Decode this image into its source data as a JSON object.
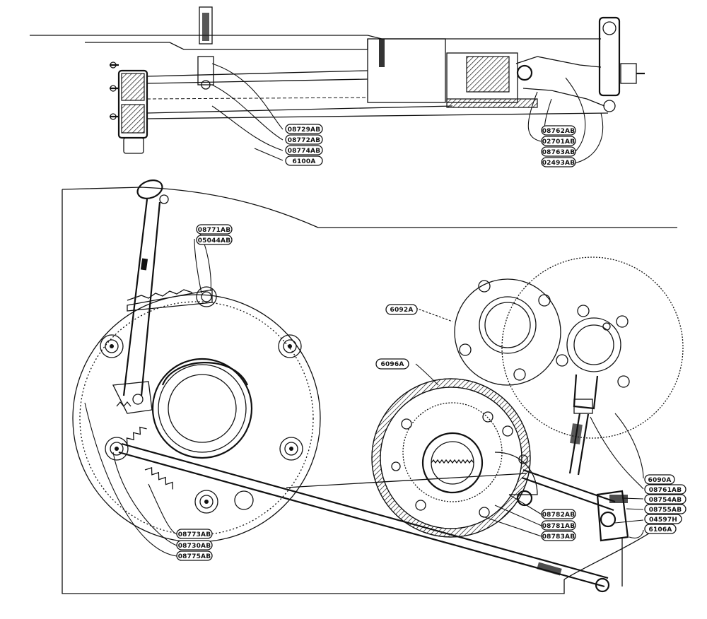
{
  "callouts": {
    "top_left": [
      "08729AB",
      "08772AB",
      "08774AB",
      "6100A"
    ],
    "top_right": [
      "08762AB",
      "02701AB",
      "08763AB",
      "02493AB"
    ],
    "left_middle": [
      "08771AB",
      "05044AB"
    ],
    "center": [
      "6092A",
      "6096A"
    ],
    "right_bottom": [
      "6090A",
      "08761AB",
      "08754AB",
      "08755AB",
      "04597H",
      "6106A"
    ],
    "center_bottom": [
      "08782AB",
      "08781AB",
      "08783AB"
    ],
    "left_bottom": [
      "08773AB",
      "08730AB",
      "08775AB"
    ]
  },
  "colors": {
    "ink": "#111111",
    "paper": "#ffffff"
  }
}
